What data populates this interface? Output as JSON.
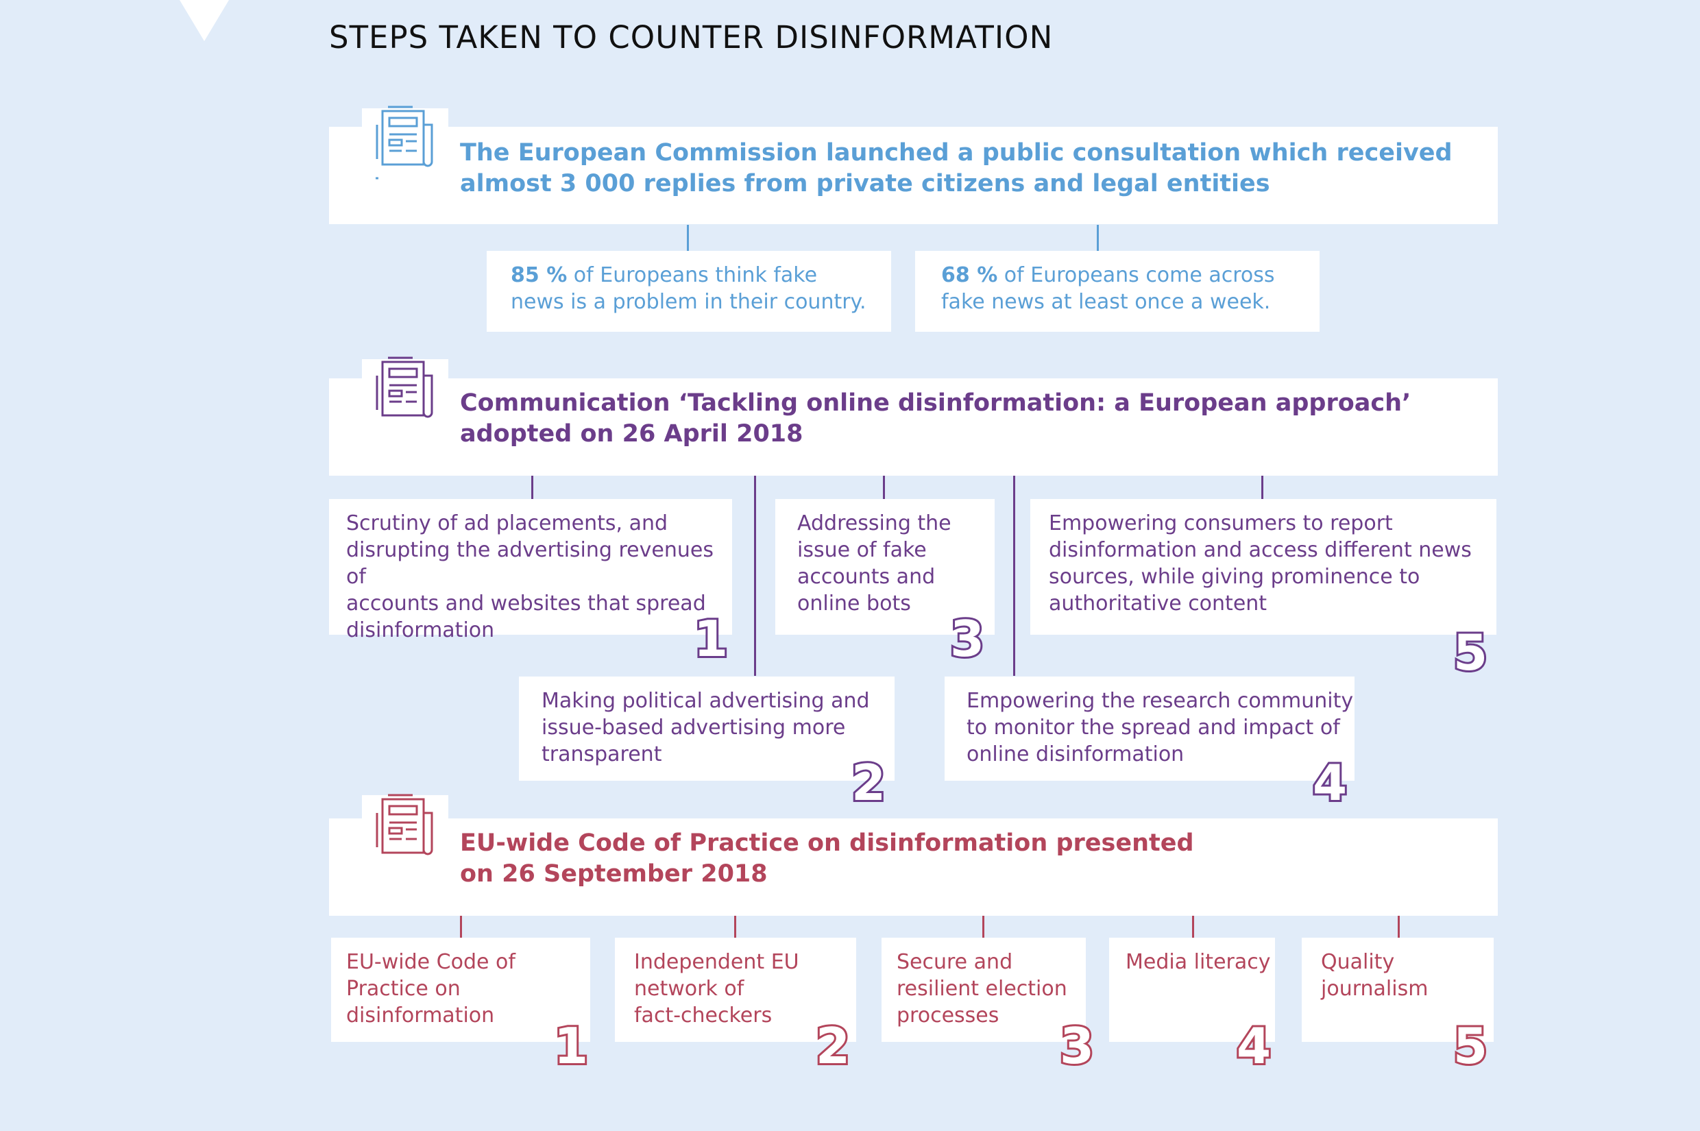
{
  "title": "STEPS TAKEN TO COUNTER DISINFORMATION",
  "colors": {
    "blue": "#5a9fd6",
    "purple": "#6b3d8a",
    "red": "#b3455b",
    "background": "#e1ecf9"
  },
  "section1": {
    "icon": "newspaper-icon",
    "header_line1": "The European Commission launched a public consultation which received",
    "header_line2": "almost 3 000 replies from private citizens and legal entities",
    "stats": [
      {
        "strong": "85 %",
        "rest1": " of Europeans think fake",
        "rest2": "news is a problem in their country."
      },
      {
        "strong": "68 %",
        "rest1": " of Europeans come across",
        "rest2": "fake news at least once a week."
      }
    ]
  },
  "section2": {
    "icon": "newspaper-icon",
    "header_line1": "Communication ‘Tackling online disinformation: a European approach’",
    "header_line2": "adopted on 26 April 2018",
    "items": [
      {
        "number": "1",
        "lines": [
          "Scrutiny of ad placements, and",
          "disrupting the advertising revenues of",
          "accounts and websites that spread",
          "disinformation"
        ]
      },
      {
        "number": "2",
        "lines": [
          "Making political advertising and",
          "issue-based advertising more",
          "transparent"
        ]
      },
      {
        "number": "3",
        "lines": [
          "Addressing the",
          "issue of fake",
          "accounts and",
          "online bots"
        ]
      },
      {
        "number": "4",
        "lines": [
          "Empowering the research community",
          "to monitor the spread and impact of",
          "online disinformation"
        ]
      },
      {
        "number": "5",
        "lines": [
          "Empowering consumers to report",
          "disinformation and access different news",
          "sources, while giving prominence to",
          "authoritative content"
        ]
      }
    ]
  },
  "section3": {
    "icon": "newspaper-icon",
    "header_line1": "EU-wide Code of Practice on disinformation presented",
    "header_line2": "on 26 September 2018",
    "items": [
      {
        "number": "1",
        "lines": [
          "EU-wide Code of",
          "Practice on",
          "disinformation"
        ]
      },
      {
        "number": "2",
        "lines": [
          "Independent EU",
          "network of",
          "fact-checkers"
        ]
      },
      {
        "number": "3",
        "lines": [
          "Secure and",
          "resilient election",
          "processes"
        ]
      },
      {
        "number": "4",
        "lines": [
          "Media literacy"
        ]
      },
      {
        "number": "5",
        "lines": [
          "Quality",
          "journalism"
        ]
      }
    ]
  }
}
